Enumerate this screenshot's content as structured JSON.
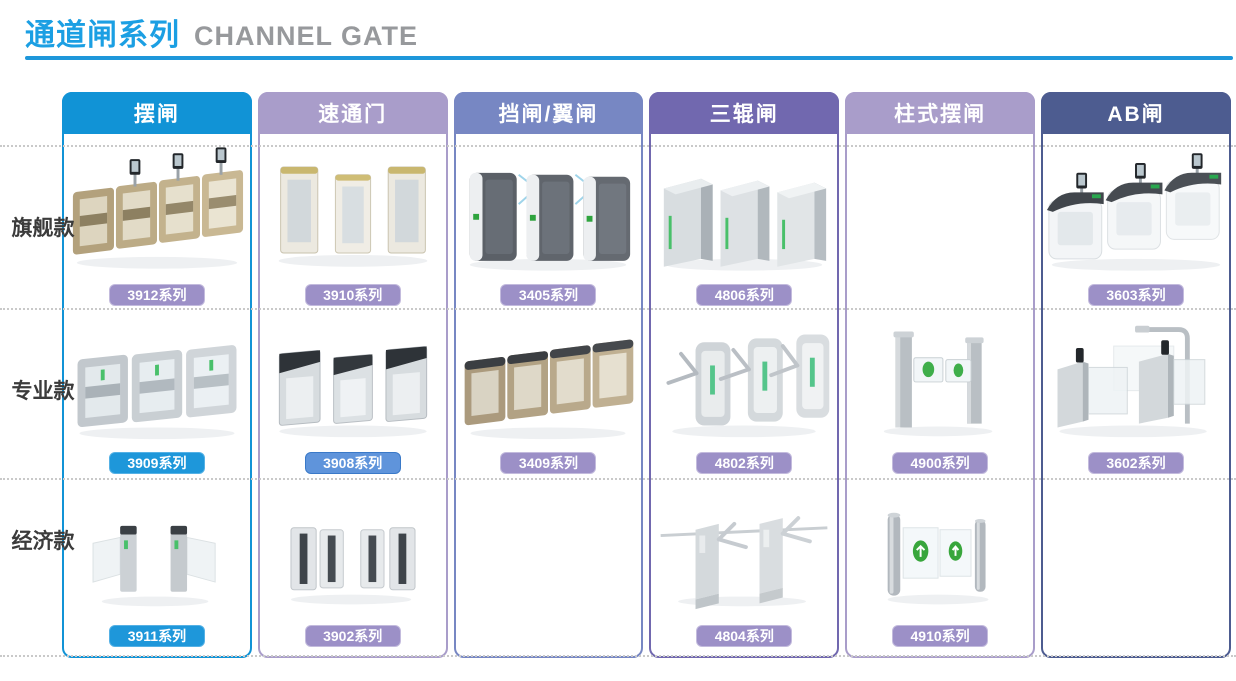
{
  "page": {
    "title_cn": "通道闸系列",
    "title_en": "CHANNEL GATE",
    "accent": "#1e97da",
    "divider_color": "#c9c9c9"
  },
  "rows": [
    "旗舰款",
    "专业款",
    "经济款"
  ],
  "badge_palette": {
    "purple_bg": "#9c90c7",
    "purple_border": "#c3bbdd",
    "blue_bg": "#1e97da",
    "blue_border": "#55b1e5",
    "outlined_blue_bg": "#5f94db",
    "outlined_blue_border": "#3a79c8"
  },
  "columns": [
    {
      "header": "摆闸",
      "color": "#1193d6",
      "cells": [
        {
          "series": "3912系列",
          "badge_bg": "#9c90c7",
          "badge_border": "#c3bbdd",
          "image": "gold-swing-gate-with-face-terminals"
        },
        {
          "series": "3909系列",
          "badge_bg": "#1e97da",
          "badge_border": "#55b1e5",
          "image": "silver-swing-gate"
        },
        {
          "series": "3911系列",
          "badge_bg": "#1e97da",
          "badge_border": "#55b1e5",
          "image": "economy-swing-gate"
        }
      ]
    },
    {
      "header": "速通门",
      "color": "#a99dca",
      "cells": [
        {
          "series": "3910系列",
          "badge_bg": "#9c90c7",
          "badge_border": "#c3bbdd",
          "image": "gold-top-speed-gate"
        },
        {
          "series": "3908系列",
          "badge_bg": "#5f94db",
          "badge_border": "#3a79c8",
          "image": "dark-top-speed-gate"
        },
        {
          "series": "3902系列",
          "badge_bg": "#9c90c7",
          "badge_border": "#c3bbdd",
          "image": "economy-speed-gate"
        }
      ]
    },
    {
      "header": "挡闸/翼闸",
      "color": "#7787c3",
      "cells": [
        {
          "series": "3405系列",
          "badge_bg": "#9c90c7",
          "badge_border": "#c3bbdd",
          "image": "dark-flap-barrier"
        },
        {
          "series": "3409系列",
          "badge_bg": "#9c90c7",
          "badge_border": "#c3bbdd",
          "image": "bronze-swing-barrier"
        },
        {
          "series": null
        }
      ]
    },
    {
      "header": "三辊闸",
      "color": "#7168af",
      "cells": [
        {
          "series": "4806系列",
          "badge_bg": "#9c90c7",
          "badge_border": "#c3bbdd",
          "image": "silver-wing-gate"
        },
        {
          "series": "4802系列",
          "badge_bg": "#9c90c7",
          "badge_border": "#c3bbdd",
          "image": "bridge-tripod-turnstile"
        },
        {
          "series": "4804系列",
          "badge_bg": "#9c90c7",
          "badge_border": "#c3bbdd",
          "image": "vertical-tripod-turnstile"
        }
      ]
    },
    {
      "header": "柱式摆闸",
      "color": "#a99dca",
      "cells": [
        {
          "series": null
        },
        {
          "series": "4900系列",
          "badge_bg": "#9c90c7",
          "badge_border": "#c3bbdd",
          "image": "column-swing-gate"
        },
        {
          "series": "4910系列",
          "badge_bg": "#9c90c7",
          "badge_border": "#c3bbdd",
          "image": "round-column-glass-swing-gate"
        }
      ]
    },
    {
      "header": "AB闸",
      "color": "#4d5c90",
      "cells": [
        {
          "series": "3603系列",
          "badge_bg": "#9c90c7",
          "badge_border": "#c3bbdd",
          "image": "white-ab-gate-with-face-terminals"
        },
        {
          "series": "3602系列",
          "badge_bg": "#9c90c7",
          "badge_border": "#c3bbdd",
          "image": "glass-ab-gate-with-lamp-post"
        },
        {
          "series": null
        }
      ]
    }
  ]
}
